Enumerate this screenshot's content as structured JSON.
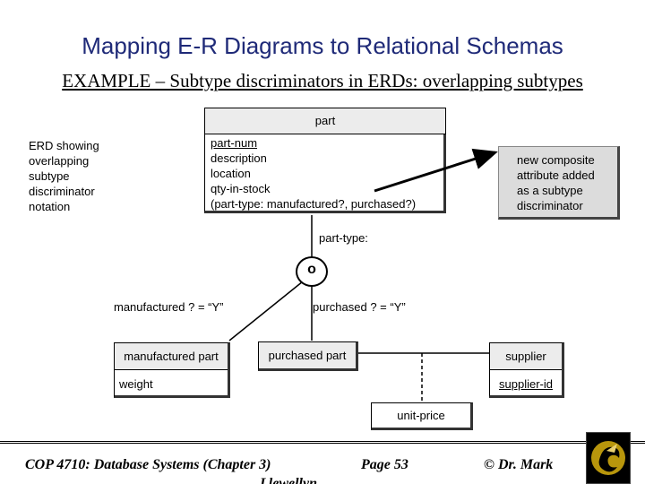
{
  "slide": {
    "title": "Mapping E-R Diagrams to Relational Schemas",
    "subtitle": "EXAMPLE – Subtype discriminators in ERDs: overlapping subtypes"
  },
  "annotations": {
    "erd_note_lines": [
      "ERD showing",
      "overlapping",
      "subtype",
      "discriminator",
      "notation"
    ],
    "new_attr_lines": [
      "new composite",
      "attribute added",
      "as a subtype",
      "discriminator"
    ]
  },
  "part_entity": {
    "name": "part",
    "attributes": [
      "part-num",
      "description",
      "location",
      "qty-in-stock",
      "(part-type: manufactured?, purchased?)"
    ]
  },
  "discriminator": {
    "label": "part-type:",
    "symbol": "o",
    "manufactured_condition": "manufactured ? = “Y”",
    "purchased_condition": "purchased ? = “Y”"
  },
  "manufactured_part": {
    "name": "manufactured part",
    "attribute": "weight"
  },
  "purchased_part": {
    "name": "purchased part"
  },
  "supplier": {
    "name": "supplier",
    "attribute": "supplier-id"
  },
  "relationship": {
    "attribute": "unit-price"
  },
  "footer": {
    "course": "COP 4710: Database Systems (Chapter 3)",
    "page": "Page 53",
    "author": "© Dr. Mark",
    "author_cont": "Llewellyn"
  }
}
